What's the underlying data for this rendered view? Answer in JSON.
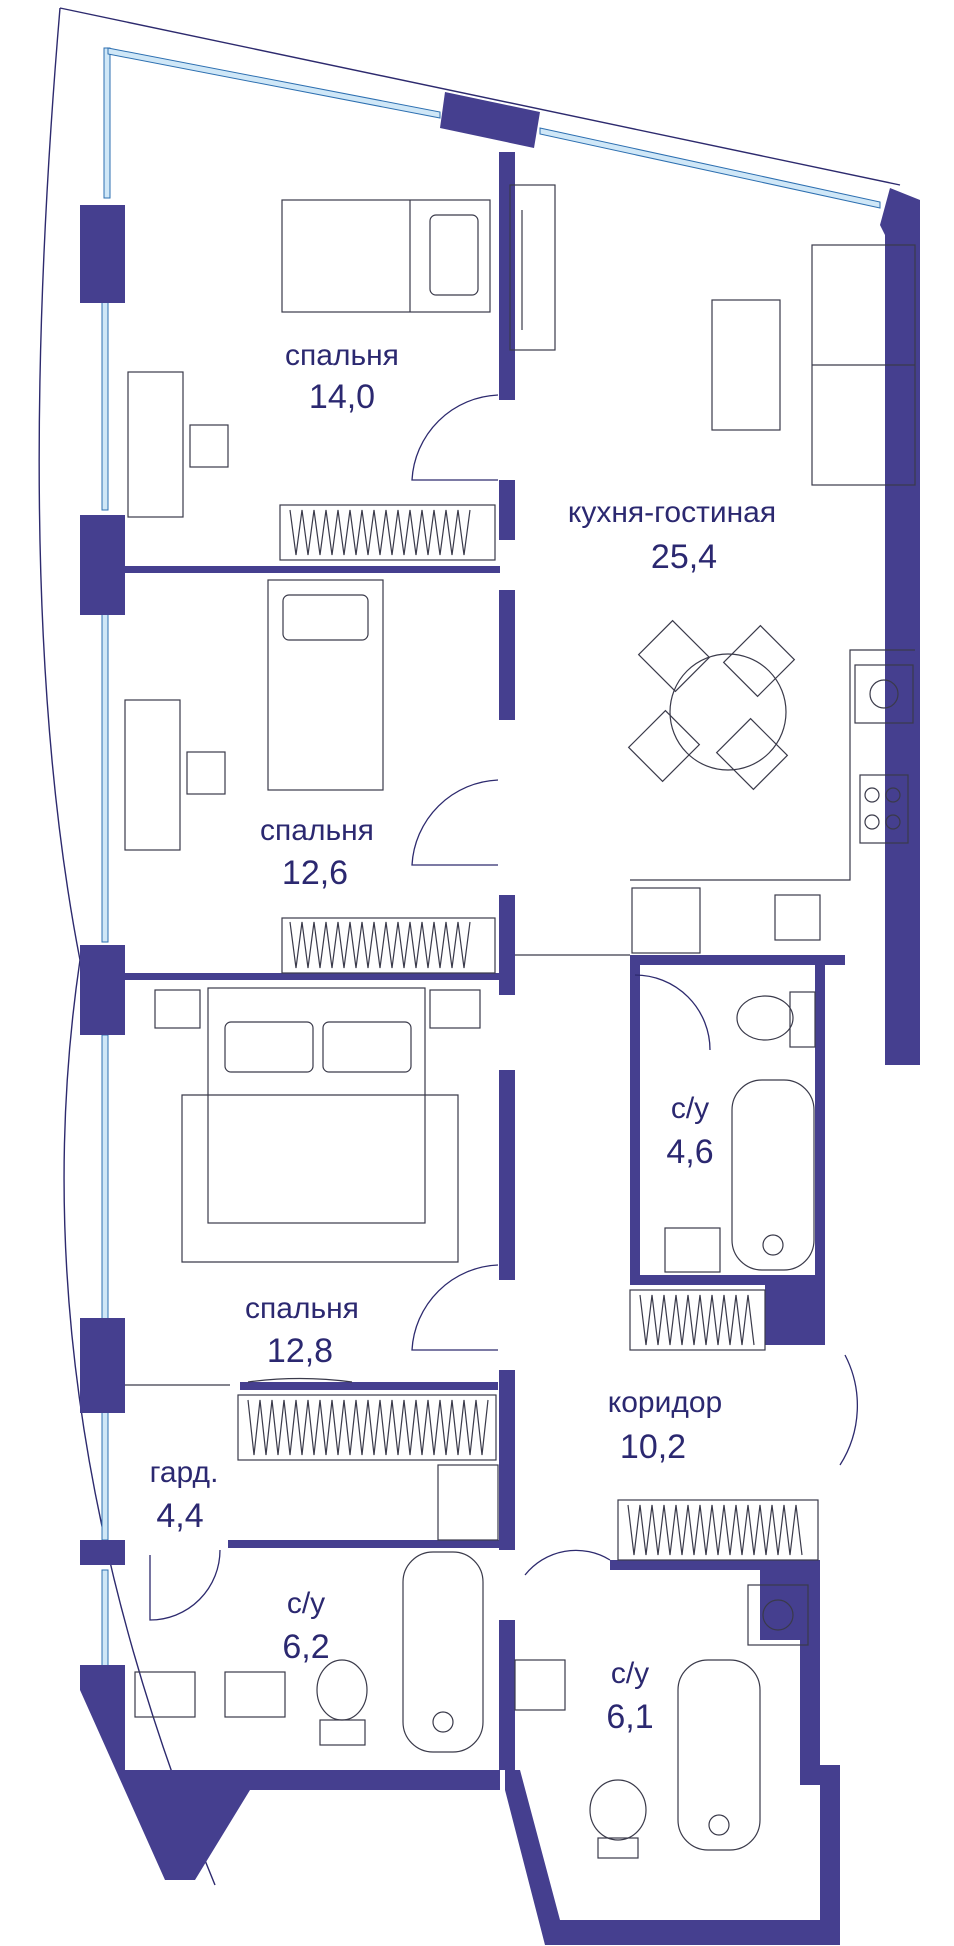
{
  "colors": {
    "wall": "#453f8f",
    "label": "#2b2870",
    "glass": "#2d6fb0"
  },
  "rooms": [
    {
      "id": "bedroom-1",
      "name": "спальня",
      "area": "14,0"
    },
    {
      "id": "kitchen-living",
      "name": "кухня-гостиная",
      "area": "25,4"
    },
    {
      "id": "bedroom-2",
      "name": "спальня",
      "area": "12,6"
    },
    {
      "id": "bathroom-1",
      "name": "с/у",
      "area": "4,6"
    },
    {
      "id": "bedroom-3",
      "name": "спальня",
      "area": "12,8"
    },
    {
      "id": "corridor",
      "name": "коридор",
      "area": "10,2"
    },
    {
      "id": "wardrobe",
      "name": "гард.",
      "area": "4,4"
    },
    {
      "id": "bathroom-2",
      "name": "с/у",
      "area": "6,2"
    },
    {
      "id": "bathroom-3",
      "name": "с/у",
      "area": "6,1"
    }
  ]
}
